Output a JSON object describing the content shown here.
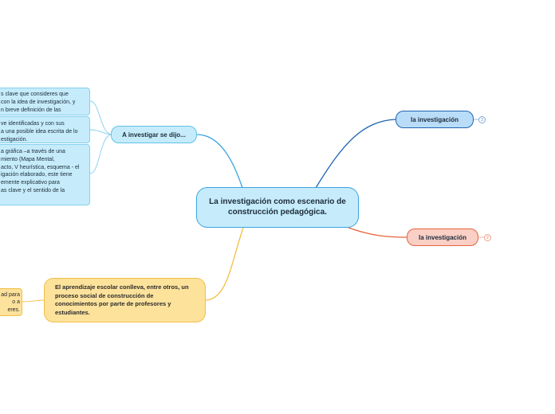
{
  "central_topic": "La investigación como escenario de construcción pedagógica.",
  "branches": {
    "blue": {
      "label": "la investigación",
      "badge": "3",
      "color": "#1e64b4"
    },
    "red": {
      "label": "la investigación",
      "badge": "2",
      "color": "#e7643d"
    },
    "cyan": {
      "label": "A investigar se dijo...",
      "color": "#3aa3e0",
      "leaves": [
        {
          "line1": "s clave que consideres que",
          "line2": "con la idea de investigación, y",
          "line3": "n breve definición de las"
        },
        {
          "line1": "ve identificadas y con sus",
          "line2": "a una posible idea escrita de lo",
          "line3": "estigación."
        },
        {
          "line1": "a gráfica –a través de una",
          "line2": "miento (Mapa Mental,",
          "line3": "acto, V heurística, esquema - el",
          "line4": "igación elaborado, este tiene",
          "line5": "emente explicativo  para",
          "line6": "as clave y el sentido de la"
        }
      ]
    },
    "yellow": {
      "text": "El aprendizaje escolar conlleva, entre otros, un proceso social de construcción de conocimientos por parte de profesores y estudiantes.",
      "color": "#f2bf45",
      "side_lines": [
        "ad para",
        "o a",
        "eres."
      ]
    }
  }
}
